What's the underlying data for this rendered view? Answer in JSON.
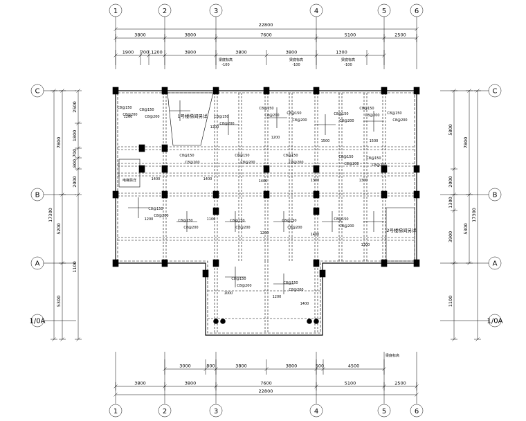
{
  "grid_axes": {
    "vertical": [
      "1",
      "2",
      "3",
      "4",
      "5",
      "6"
    ],
    "horizontal": [
      "C",
      "B",
      "A",
      "1/0A"
    ]
  },
  "dimensions": {
    "top_total": "22800",
    "top_spans": [
      "3800",
      "3800",
      "7600",
      "5100",
      "2500"
    ],
    "top_detail": [
      "1900",
      "700",
      "1200",
      "3800",
      "3800",
      "3800",
      "1300"
    ],
    "bottom_detail": [
      "3000",
      "800",
      "3800",
      "3800",
      "500",
      "4500"
    ],
    "bottom_spans": [
      "3800",
      "3800",
      "7600",
      "5100",
      "2500"
    ],
    "bottom_total": "22800",
    "left_total": "17300",
    "left_spans": [
      "7800",
      "5200",
      "5300"
    ],
    "left_detail": [
      "2500",
      "1800",
      "700",
      "800",
      "2000",
      "1100"
    ],
    "right_total": "17300",
    "right_spans": [
      "7800",
      "5300"
    ],
    "right_detail": [
      "5800",
      "2000",
      "1300",
      "3900",
      "1100"
    ]
  },
  "labels": {
    "stair1": "1号楼梯间另详",
    "stair2": "2号楼梯间另详",
    "elevator": "电梯另详",
    "beam_note": "梁底标高",
    "beam_note_value": "-100"
  },
  "beam_tags": [
    "C8@150",
    "C8@150",
    "C8@150",
    "C8@150",
    "C8@150",
    "C8@150",
    "C8@150",
    "C8@150",
    "C8@150",
    "C8@150",
    "C8@150",
    "C8@150",
    "C8@150",
    "C8@150",
    "C8@150",
    "C8@150",
    "C8@150",
    "C8@150",
    "C8@150",
    "C8@150"
  ],
  "reinf_tags": [
    "C8@200",
    "C8@200",
    "C8@200",
    "C8@200",
    "C8@200",
    "C8@200",
    "C8@200",
    "C8@200",
    "C8@200",
    "C8@200",
    "C8@200",
    "C8@200",
    "C8@200",
    "C8@200",
    "C8@200",
    "C8@200",
    "C8@200",
    "C8@200",
    "C8@200",
    "C8@200"
  ],
  "length_tags": [
    "1200",
    "1200",
    "1200",
    "1500",
    "1500",
    "1400",
    "1400",
    "1400",
    "1300",
    "1300",
    "1200",
    "1100",
    "1200",
    "1400",
    "1300",
    "1000",
    "1200",
    "1400"
  ]
}
